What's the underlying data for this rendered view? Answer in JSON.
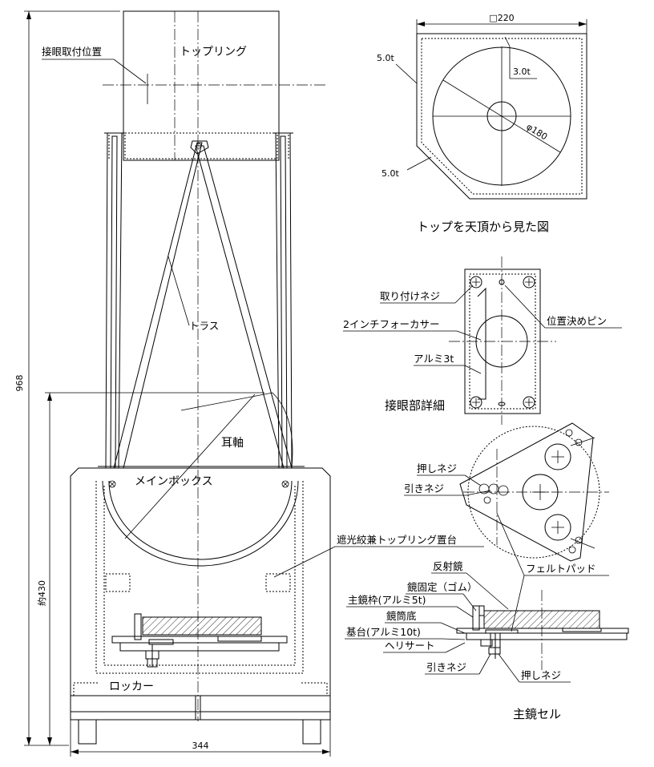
{
  "side_view": {
    "eyepiece_position": "接眼取付位置",
    "top_ring": "トップリング",
    "truss": "トラス",
    "trunnion": "耳軸",
    "main_box": "メインボックス",
    "light_shield": "遮光絞兼トップリング置台",
    "rocker": "ロッカー",
    "height_total": "968",
    "height_axis": "約430",
    "width": "344"
  },
  "top_view": {
    "size": "□220",
    "thickness_top": "3.0t",
    "thickness_left1": "5.0t",
    "thickness_left2": "5.0t",
    "diameter": "φ180",
    "caption": "トップを天頂から見た図"
  },
  "eyepiece_detail": {
    "mount_screw": "取り付けネジ",
    "focuser": "2インチフォーカサー",
    "aluminum": "アルミ3t",
    "position_pin": "位置決めピン",
    "caption": "接眼部詳細"
  },
  "mirror_cell": {
    "push_screw": "押しネジ",
    "pull_screw": "引きネジ",
    "felt_pad": "フェルトパッド",
    "mirror": "反射鏡",
    "mirror_fix": "鏡固定（ゴム）",
    "mirror_frame": "主鏡枠(アルミ5t)",
    "tube_bottom": "鏡筒底",
    "base": "基台(アルミ10t)",
    "helisert": "ヘリサート",
    "pull_screw2": "引きネジ",
    "push_screw2": "押しネジ",
    "caption": "主鏡セル"
  }
}
